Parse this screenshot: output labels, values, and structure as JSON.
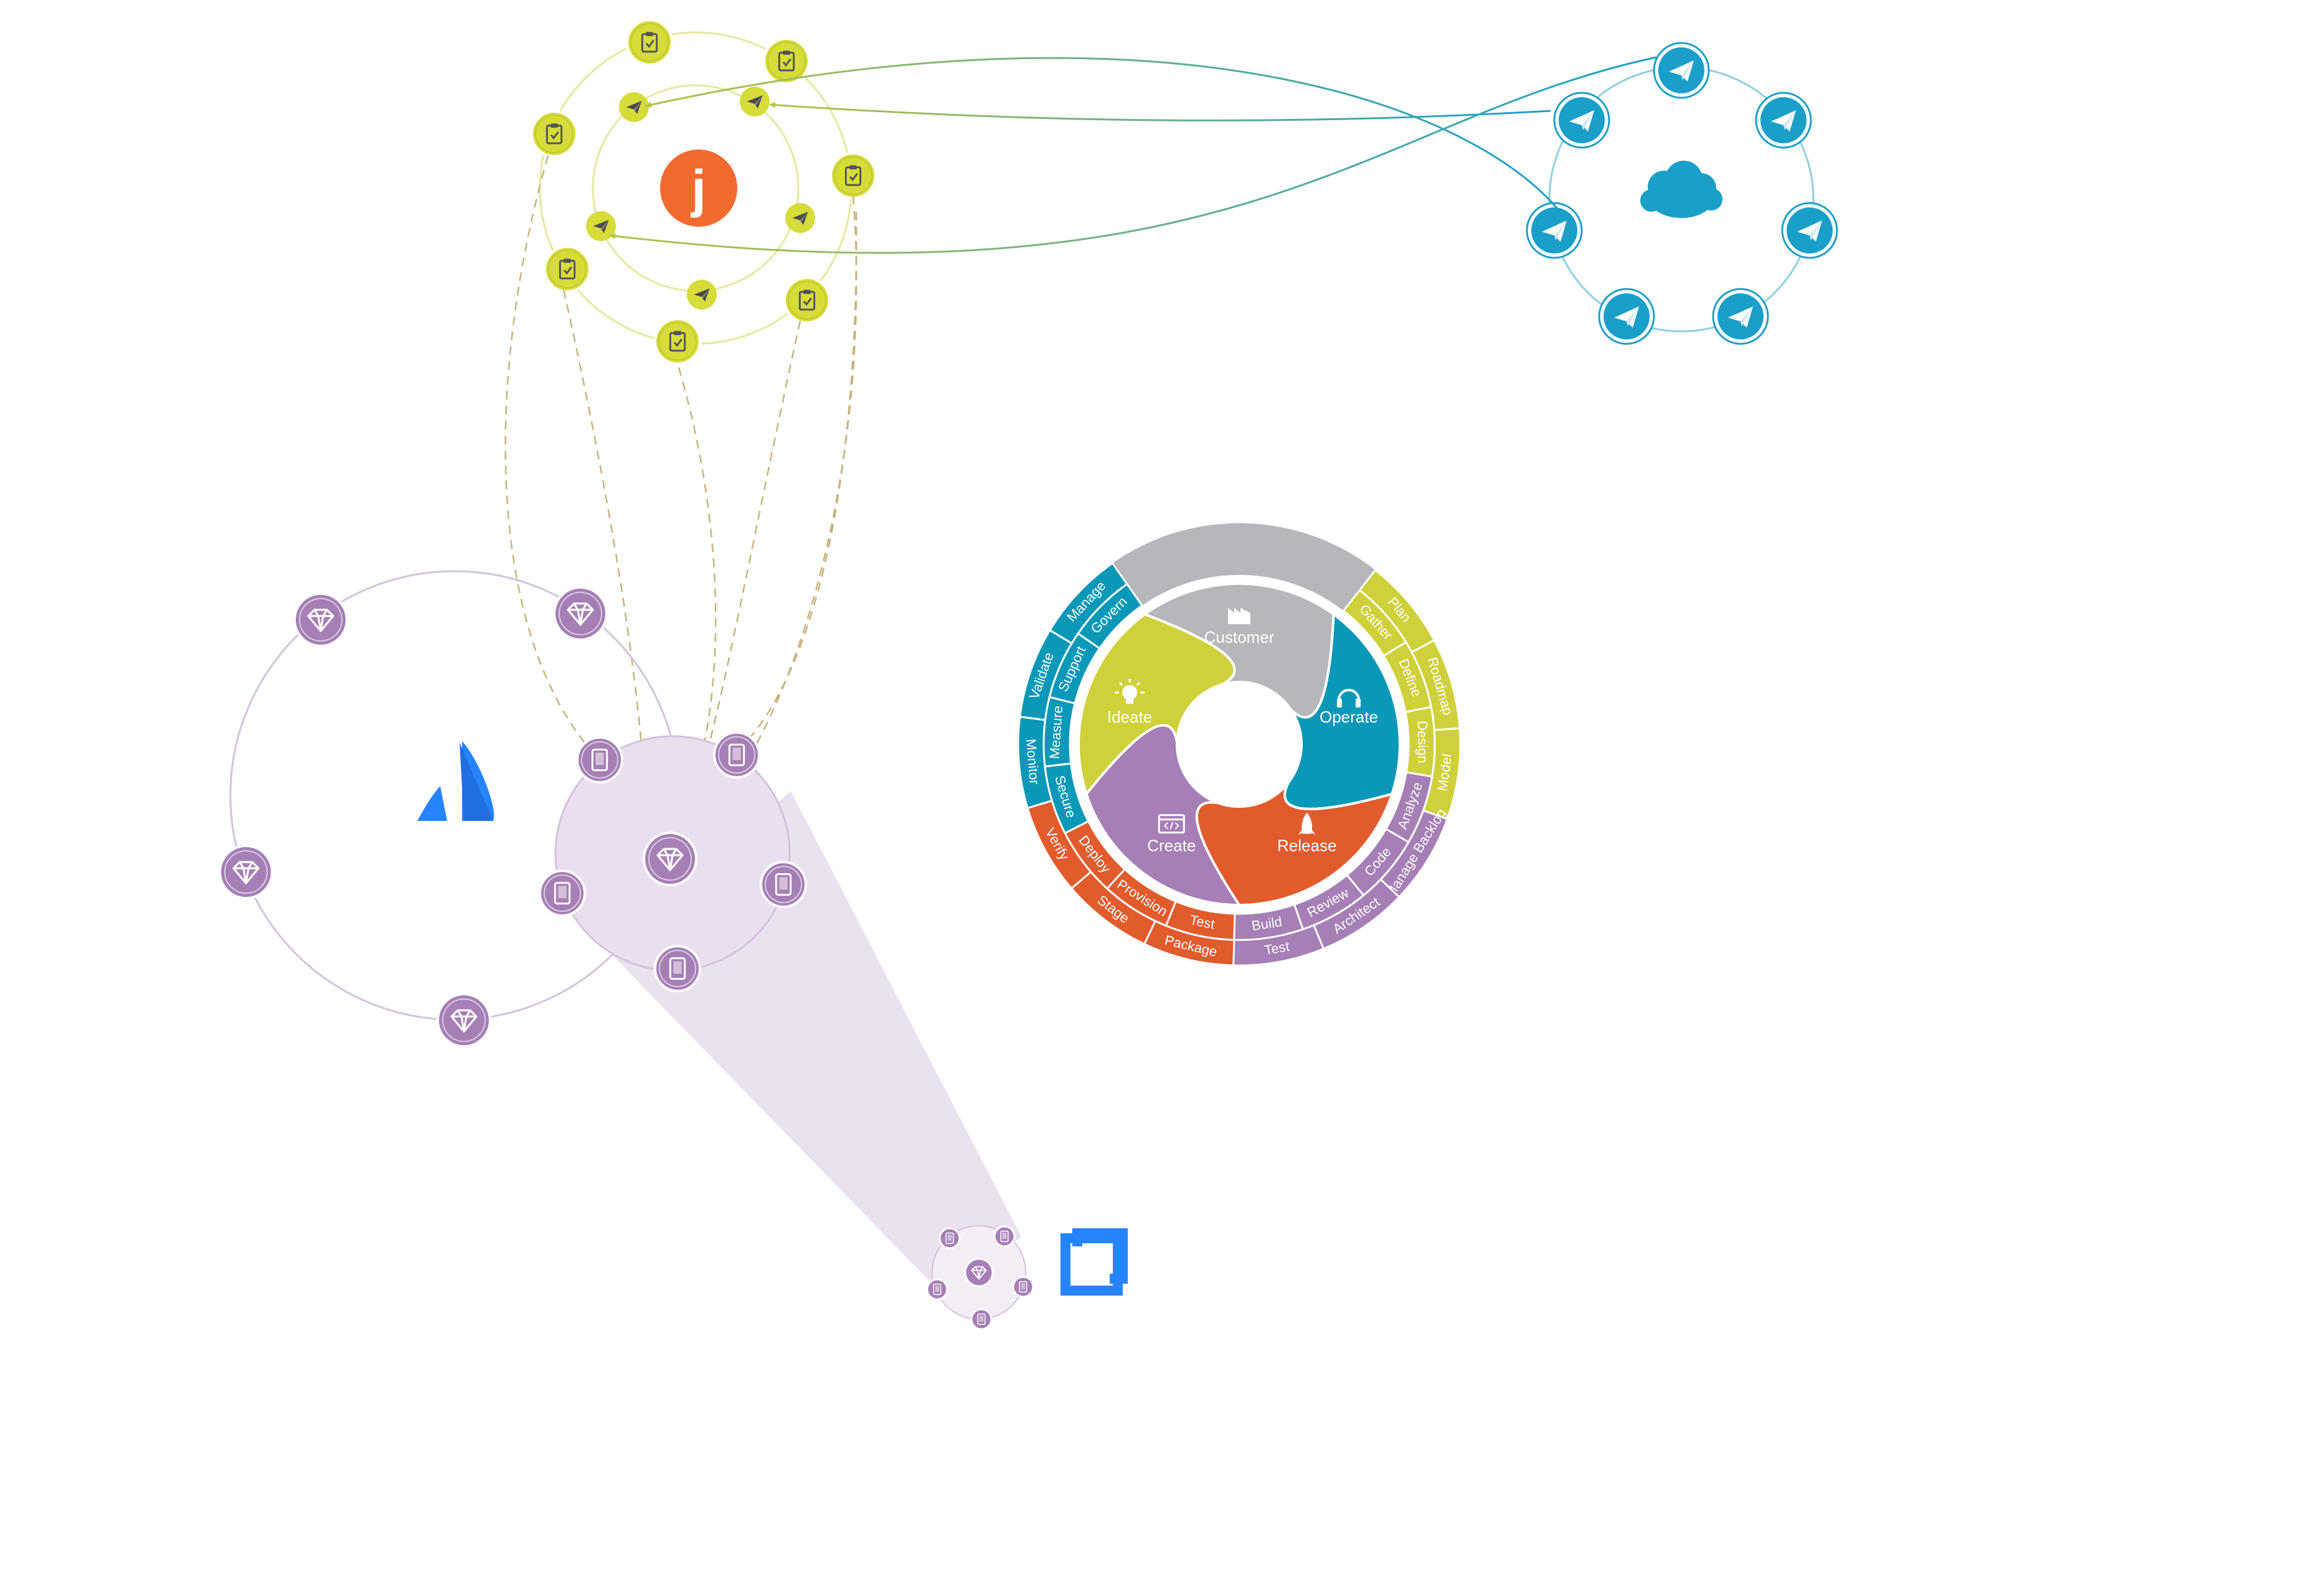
{
  "colors": {
    "jira": "#f26a2e",
    "jira_node": "#d6dc3a",
    "jira_ring": "#e6e89e",
    "sf": "#1a9fc9",
    "sf_ring": "#8fcfe0",
    "atlassian": "#2684ff",
    "atl_node": "#a57fb5",
    "atl_ring": "#d4c2dc",
    "wheel_customer": "#b5b7ba",
    "wheel_operate": "#0a98b8",
    "wheel_release": "#e15b2d",
    "wheel_create": "#a57fb5",
    "wheel_ideate": "#cfd13b"
  },
  "icons": {
    "jira_hub": "jira-logo-icon",
    "sf_hub": "salesforce-cloud-icon",
    "atl_hub": "atlassian-logo-icon",
    "zoom_logo": "square-frame-logo-icon",
    "clipboard": "clipboard-check-icon",
    "plane": "paper-plane-icon",
    "gem": "diamond-icon",
    "device": "tablet-icon"
  },
  "jira": {
    "logo": "j"
  },
  "wheel": {
    "phases": [
      {
        "id": "customer",
        "label": "Customer",
        "icon": "factory-icon"
      },
      {
        "id": "operate",
        "label": "Operate",
        "icon": "headset-icon"
      },
      {
        "id": "release",
        "label": "Release",
        "icon": "rocket-icon"
      },
      {
        "id": "create",
        "label": "Create",
        "icon": "code-window-icon"
      },
      {
        "id": "ideate",
        "label": "Ideate",
        "icon": "lightbulb-icon"
      }
    ],
    "inner_ring": [
      {
        "label": "Gather",
        "color": "wheel_ideate"
      },
      {
        "label": "Define",
        "color": "wheel_ideate"
      },
      {
        "label": "Design",
        "color": "wheel_ideate"
      },
      {
        "label": "Analyze",
        "color": "wheel_create"
      },
      {
        "label": "Code",
        "color": "wheel_create"
      },
      {
        "label": "Review",
        "color": "wheel_create"
      },
      {
        "label": "Build",
        "color": "wheel_create"
      },
      {
        "label": "Test",
        "color": "wheel_release"
      },
      {
        "label": "Provision",
        "color": "wheel_release"
      },
      {
        "label": "Deploy",
        "color": "wheel_release"
      },
      {
        "label": "Secure",
        "color": "wheel_operate"
      },
      {
        "label": "Measure",
        "color": "wheel_operate"
      },
      {
        "label": "Support",
        "color": "wheel_operate"
      },
      {
        "label": "Govern",
        "color": "wheel_operate"
      }
    ],
    "outer_ring": [
      {
        "label": "Plan",
        "color": "wheel_ideate"
      },
      {
        "label": "Roadmap",
        "color": "wheel_ideate"
      },
      {
        "label": "Model",
        "color": "wheel_ideate"
      },
      {
        "label": "Manage Backlog",
        "color": "wheel_create"
      },
      {
        "label": "Architect",
        "color": "wheel_create"
      },
      {
        "label": "Test",
        "color": "wheel_create"
      },
      {
        "label": "Package",
        "color": "wheel_release"
      },
      {
        "label": "Stage",
        "color": "wheel_release"
      },
      {
        "label": "Verify",
        "color": "wheel_release"
      },
      {
        "label": "Monitor",
        "color": "wheel_operate"
      },
      {
        "label": "Validate",
        "color": "wheel_operate"
      },
      {
        "label": "Manage",
        "color": "wheel_operate"
      }
    ]
  }
}
